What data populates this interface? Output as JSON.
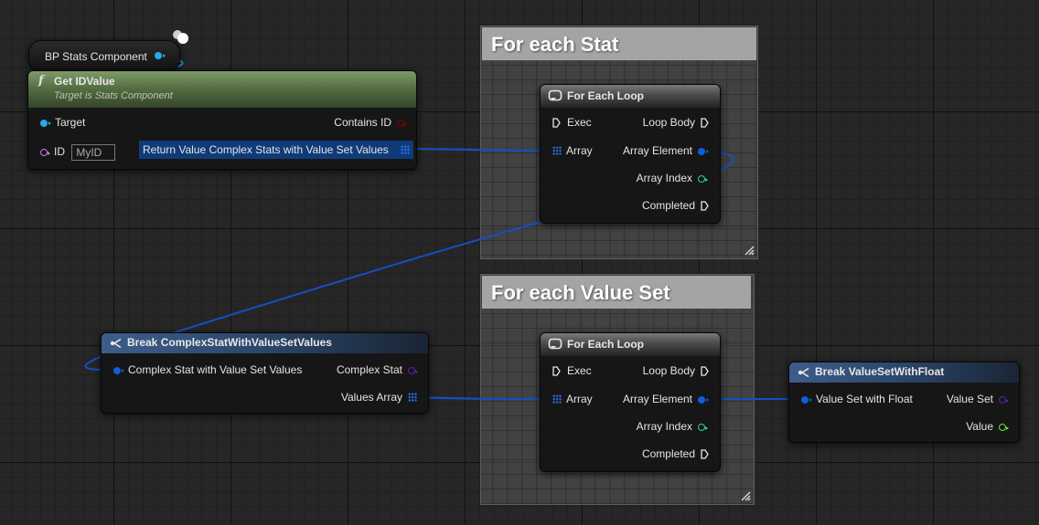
{
  "comments": {
    "stat": {
      "title": "For each Stat"
    },
    "value_set": {
      "title": "For each Value Set"
    }
  },
  "component_node": {
    "label": "BP Stats Component"
  },
  "get_id_node": {
    "title": "Get IDValue",
    "subtitle": "Target is Stats Component",
    "function_glyph": "f",
    "target_label": "Target",
    "contains_label": "Contains ID",
    "id_label": "ID",
    "id_value": "MyID",
    "return_label": "Return Value Complex Stats with Value Set Values"
  },
  "loop_stat": {
    "title": "For Each Loop",
    "exec_label": "Exec",
    "loop_body_label": "Loop Body",
    "array_label": "Array",
    "element_label": "Array Element",
    "index_label": "Array Index",
    "completed_label": "Completed"
  },
  "loop_value_set": {
    "title": "For Each Loop",
    "exec_label": "Exec",
    "loop_body_label": "Loop Body",
    "array_label": "Array",
    "element_label": "Array Element",
    "index_label": "Array Index",
    "completed_label": "Completed"
  },
  "break_complex": {
    "title": "Break ComplexStatWithValueSetValues",
    "input_label": "Complex Stat with Value Set Values",
    "complex_stat_label": "Complex Stat",
    "values_array_label": "Values Array"
  },
  "break_value_set": {
    "title": "Break ValueSetWithFloat",
    "input_label": "Value Set with Float",
    "value_set_label": "Value Set",
    "value_label": "Value"
  },
  "colors": {
    "struct_pin": "#0d5ed8",
    "object_pin": "#27a9e8",
    "name_pin": "#c77bf0",
    "bool_pin": "#8a0000",
    "int_pin": "#1dd9a0",
    "float_pin": "#69e042",
    "valueset_pin": "#5a1fb0",
    "wire_struct": "#1450c0",
    "wire_object": "#1e9ad8"
  },
  "icons": {
    "loop": "loop-icon",
    "break": "break-struct-icon",
    "function": "function-icon"
  }
}
